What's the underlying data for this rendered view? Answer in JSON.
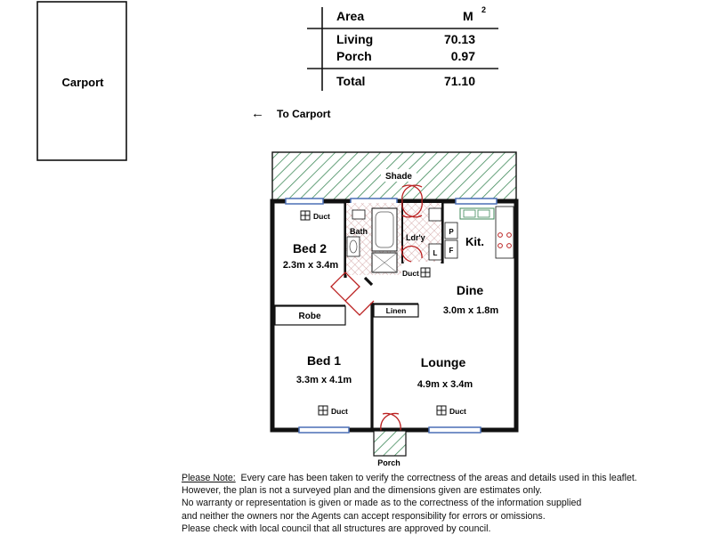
{
  "carport_box": {
    "label": "Carport"
  },
  "area_table": {
    "header_label": "Area",
    "header_unit": "M",
    "header_unit_sup": "2",
    "rows": [
      {
        "name": "Living",
        "value": "70.13"
      },
      {
        "name": "Porch",
        "value": "0.97"
      }
    ],
    "total_label": "Total",
    "total_value": "71.10"
  },
  "direction": {
    "arrow": "←",
    "text": "To Carport"
  },
  "plan": {
    "shade": "Shade",
    "bed2": {
      "name": "Bed 2",
      "size": "2.3m x 3.4m"
    },
    "bed1": {
      "name": "Bed 1",
      "size": "3.3m x 4.1m"
    },
    "lounge": {
      "name": "Lounge",
      "size": "4.9m x 3.4m"
    },
    "dine": {
      "name": "Dine",
      "size": "3.0m x 1.8m"
    },
    "kitchen": "Kit.",
    "bath": "Bath",
    "laundry": "Ldr'y",
    "robe": "Robe",
    "linen": "Linen",
    "porch": "Porch",
    "duct": "Duct",
    "cupboard_p": "P",
    "cupboard_f": "F",
    "cupboard_l": "L"
  },
  "note": {
    "heading": "Please Note:",
    "line1": "Every care has been taken to verify the correctness of the areas and details used in this leaflet.",
    "line2": "However, the plan is not a surveyed plan and the dimensions given are estimates only.",
    "line3": "No warranty or representation is given or made as to the correctness of the information supplied",
    "line4": "and neither the owners nor the Agents can accept responsibility for errors or omissions.",
    "line5": "Please check with local council that all structures are approved by council."
  }
}
